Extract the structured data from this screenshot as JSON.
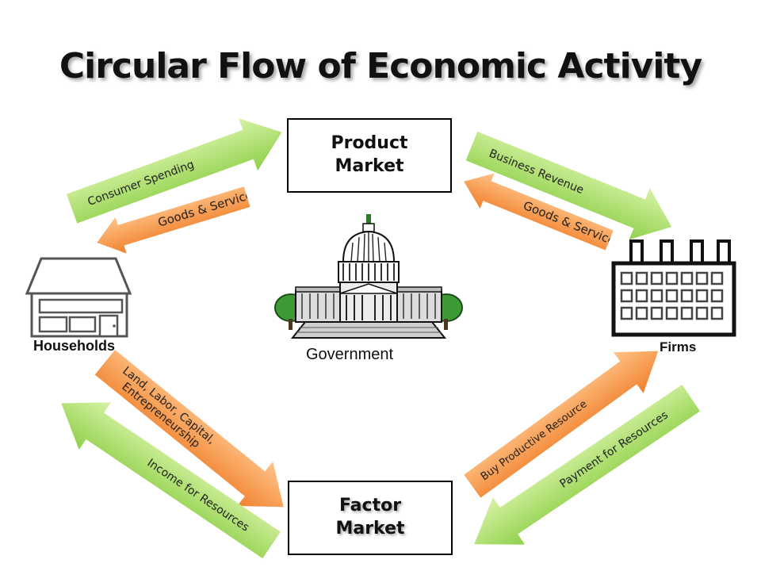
{
  "title": "Circular Flow of Economic Activity",
  "boxes": {
    "product_market": "Product\nMarket",
    "factor_market": "Factor\nMarket"
  },
  "nodes": {
    "households": "Households",
    "firms": "Firms",
    "government": "Government"
  },
  "arrows": {
    "consumer_spending": "Consumer Spending",
    "goods_services_left": "Goods & Services",
    "business_revenue": "Business Revenue",
    "goods_services_right": "Goods & Services",
    "land_labor": "Land, Labor, Capital,\nEntrepreneurship",
    "income_resources": "Income for Resources",
    "buy_productive": "Buy Productive Resource",
    "payment_resources": "Payment for Resources"
  },
  "colors": {
    "green_arrow": "#8fd04a",
    "orange_arrow": "#f0802b",
    "box_border": "#000000"
  },
  "icons": {
    "households": "house-icon",
    "firms": "factory-icon",
    "government": "capitol-building-icon"
  }
}
